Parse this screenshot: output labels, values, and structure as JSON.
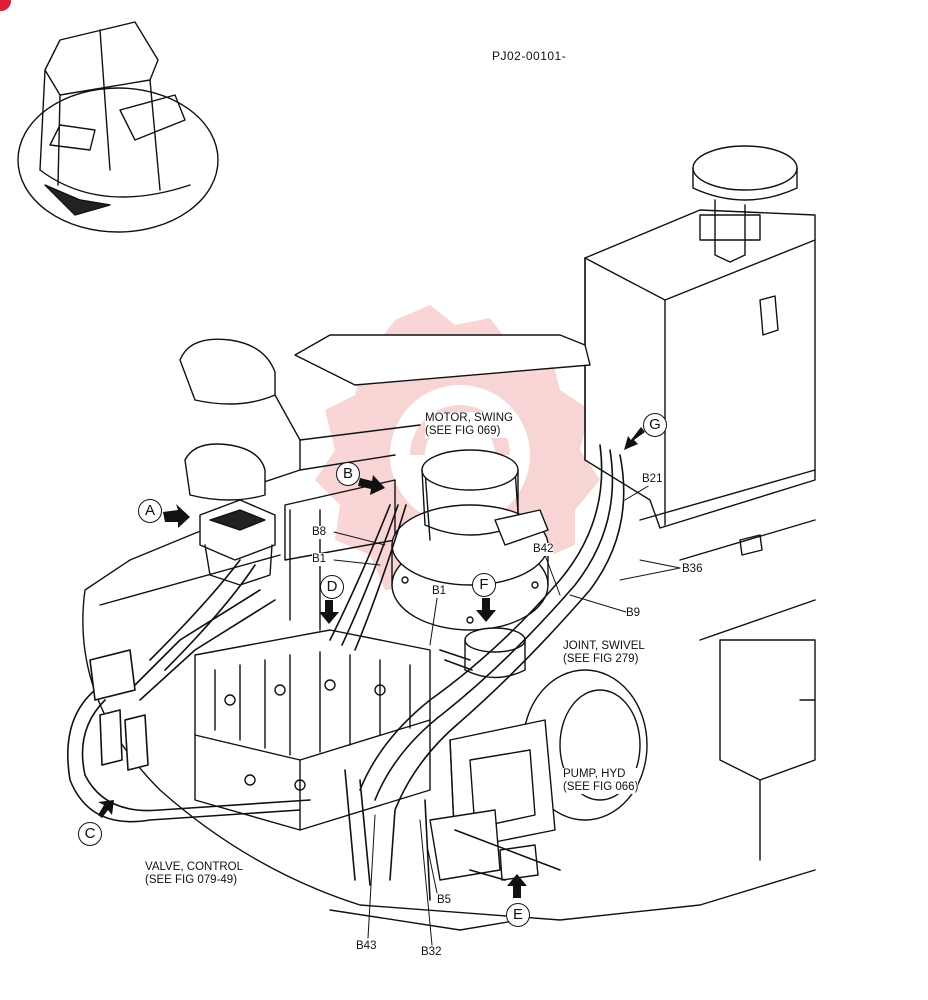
{
  "document_id": "PJ02-00101-",
  "callouts": {
    "a": "A",
    "b": "B",
    "c": "C",
    "d": "D",
    "e": "E",
    "f": "F",
    "g": "G"
  },
  "components": {
    "motor_swing": {
      "line1": "MOTOR, SWING",
      "line2": "(SEE FIG 069)"
    },
    "joint_swivel": {
      "line1": "JOINT, SWIVEL",
      "line2": "(SEE FIG 279)"
    },
    "pump_hyd": {
      "line1": "PUMP, HYD",
      "line2": "(SEE FIG 066)"
    },
    "valve_control": {
      "line1": "VALVE, CONTROL",
      "line2": "(SEE FIG 079-49)"
    }
  },
  "parts": {
    "b8": "B8",
    "b1_left": "B1",
    "b1_mid": "B1",
    "b42": "B42",
    "b21": "B21",
    "b36": "B36",
    "b9": "B9",
    "b5": "B5",
    "b43": "B43",
    "b32": "B32"
  },
  "colors": {
    "line": "#111111",
    "watermark": "#f4b3b3",
    "badge": "#d8203a"
  }
}
